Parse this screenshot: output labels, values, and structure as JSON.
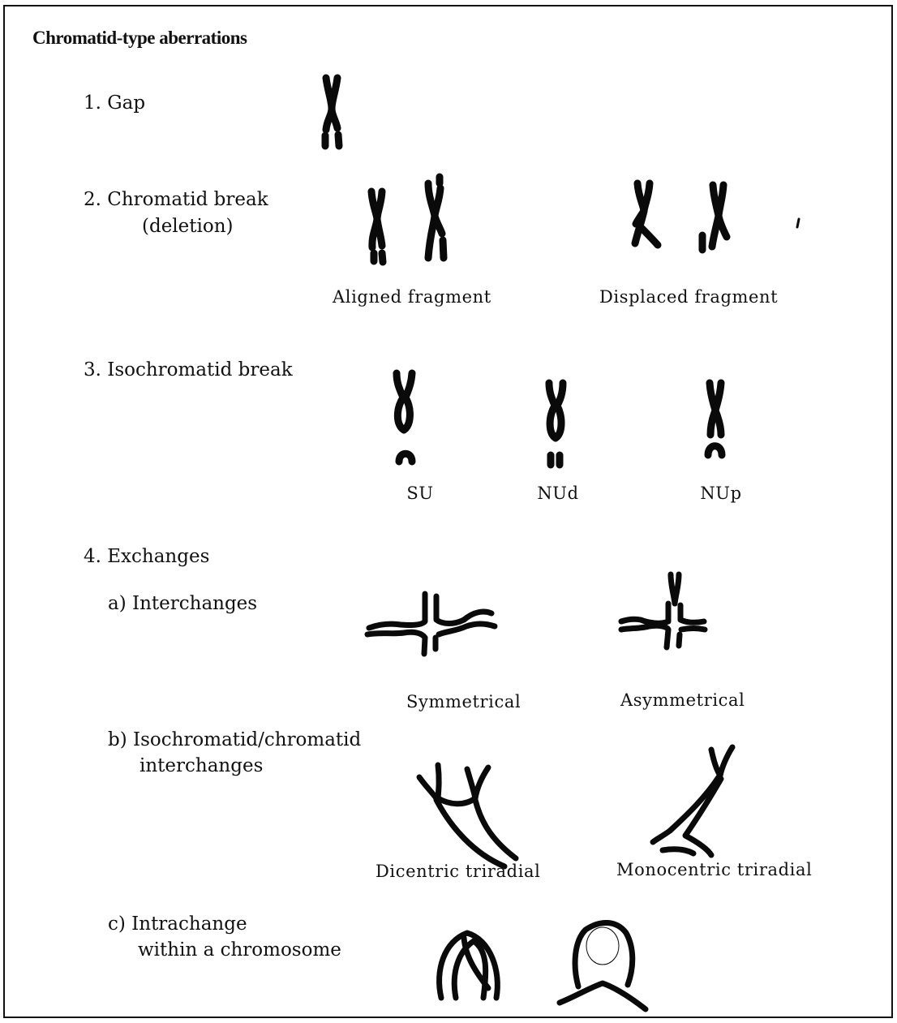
{
  "figure": {
    "title": "Chromatid-type aberrations",
    "items": [
      {
        "label": "1.  Gap"
      },
      {
        "label": "2.  Chromatid break",
        "sublabel": "(deletion)",
        "captions": [
          "Aligned  fragment",
          "Displaced fragment"
        ]
      },
      {
        "label": "3.  Isochromatid break",
        "captions": [
          "SU",
          "NUd",
          "NUp"
        ]
      },
      {
        "label": "4.  Exchanges"
      }
    ],
    "exchanges": {
      "a": {
        "label": "a)  Interchanges",
        "captions": [
          "Symmetrical",
          "Asymmetrical"
        ]
      },
      "b": {
        "label_line1": "b)  Isochromatid/chromatid",
        "label_line2": "interchanges",
        "captions": [
          "Dicentric   triradial",
          "Monocentric   triradial"
        ]
      },
      "c": {
        "label_line1": "c) Intrachange",
        "label_line2": "within a chromosome"
      }
    }
  }
}
